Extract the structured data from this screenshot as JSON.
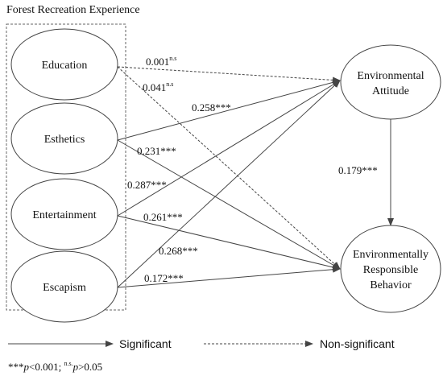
{
  "title": "Forest Recreation Experience",
  "nodes": {
    "education": "Education",
    "esthetics": "Esthetics",
    "entertainment": "Entertainment",
    "escapism": "Escapism",
    "attitude": [
      "Environmental",
      "Attitude"
    ],
    "behavior": [
      "Environmentally",
      "Responsible",
      "Behavior"
    ]
  },
  "paths": [
    {
      "from": "education",
      "to": "attitude",
      "coef": "0.001",
      "sup": "n.s",
      "significant": false
    },
    {
      "from": "education",
      "to": "behavior",
      "coef": "0.041",
      "sup": "n.s",
      "significant": false
    },
    {
      "from": "esthetics",
      "to": "attitude",
      "coef": "0.258***",
      "sup": "",
      "significant": true
    },
    {
      "from": "esthetics",
      "to": "behavior",
      "coef": "0.231***",
      "sup": "",
      "significant": true
    },
    {
      "from": "entertainment",
      "to": "attitude",
      "coef": "0.287***",
      "sup": "",
      "significant": true
    },
    {
      "from": "entertainment",
      "to": "behavior",
      "coef": "0.261***",
      "sup": "",
      "significant": true
    },
    {
      "from": "escapism",
      "to": "attitude",
      "coef": "0.268***",
      "sup": "",
      "significant": true
    },
    {
      "from": "escapism",
      "to": "behavior",
      "coef": "0.172***",
      "sup": "",
      "significant": true
    },
    {
      "from": "attitude",
      "to": "behavior",
      "coef": "0.179***",
      "sup": "",
      "significant": true
    }
  ],
  "legend": {
    "significant": "Significant",
    "non_significant": "Non-significant"
  },
  "footnote": {
    "stars": "***",
    "p1": "p",
    "lt": "<0.001;  ",
    "ns": "n.s.",
    "p2": "p",
    "gt": ">0.05"
  },
  "colors": {
    "line": "#444444",
    "text": "#111111"
  }
}
